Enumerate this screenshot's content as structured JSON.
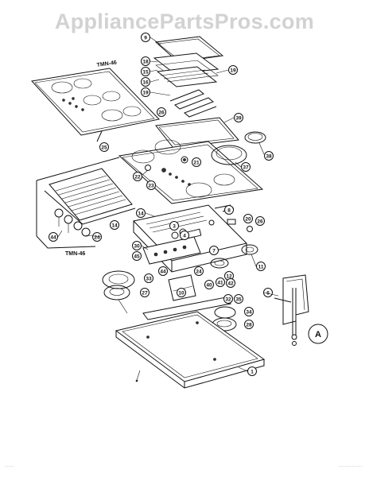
{
  "watermark": "AppliancePartsPros.com",
  "model_labels": [
    "TMN-46",
    "TMN-46"
  ],
  "callouts": [
    "9",
    "18",
    "15",
    "16",
    "19",
    "19",
    "39",
    "26",
    "38",
    "37",
    "21",
    "22",
    "23",
    "25",
    "8",
    "20",
    "26",
    "14",
    "3",
    "4",
    "30",
    "45",
    "7",
    "24",
    "44",
    "12",
    "11",
    "33",
    "27",
    "10",
    "40",
    "41",
    "42",
    "32",
    "35",
    "34",
    "28",
    "6",
    "1",
    "44",
    "24",
    "14"
  ],
  "detail_letter": "A",
  "footer_left": "·········",
  "footer_right": "·······················"
}
